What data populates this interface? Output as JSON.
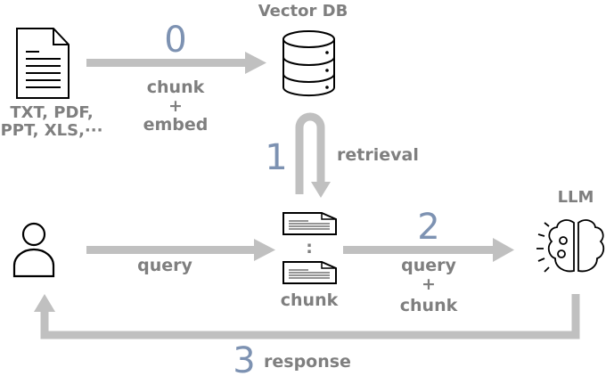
{
  "nodes": {
    "documents": {
      "label_line1": "TXT, PDF,",
      "label_line2": "PPT, XLS,···",
      "icon": "document-icon"
    },
    "vector_db": {
      "title": "Vector DB",
      "icon": "database-icon"
    },
    "user": {
      "icon": "person-icon"
    },
    "chunks": {
      "label": "chunk",
      "icon": "document-chunk-icon",
      "separator": ":"
    },
    "llm": {
      "title": "LLM",
      "icon": "brain-icon"
    }
  },
  "steps": [
    {
      "number": "0",
      "label_line1": "chunk",
      "label_line2": "+",
      "label_line3": "embed"
    },
    {
      "number": "1",
      "label": "retrieval"
    },
    {
      "number": "2",
      "label_line1": "query",
      "label_line2": "+",
      "label_line3": "chunk"
    },
    {
      "number": "3",
      "label": "response"
    }
  ],
  "query_label": "query",
  "colors": {
    "arrow": "#c0c0c0",
    "step_number": "#7d92b2",
    "label": "#7f7f7f"
  }
}
